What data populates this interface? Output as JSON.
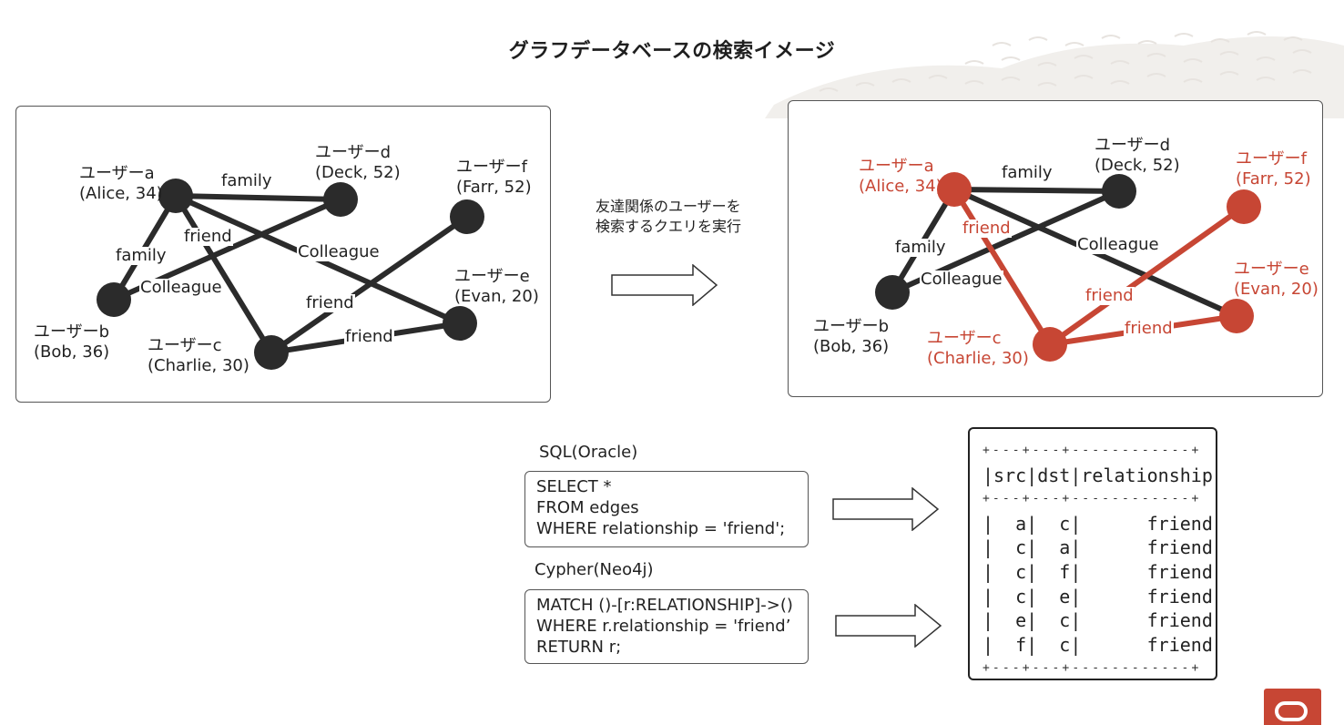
{
  "title": "グラフデータベースの検索イメージ",
  "colors": {
    "highlight": "#c74634",
    "node": "#2b2b2b"
  },
  "left_graph": {
    "nodes": {
      "a": {
        "line1": "ユーザーa",
        "line2": "(Alice, 34)"
      },
      "b": {
        "line1": "ユーザーb",
        "line2": "(Bob, 36)"
      },
      "c": {
        "line1": "ユーザーc",
        "line2": "(Charlie, 30)"
      },
      "d": {
        "line1": "ユーザーd",
        "line2": "(Deck, 52)"
      },
      "e": {
        "line1": "ユーザーe",
        "line2": "(Evan, 20)"
      },
      "f": {
        "line1": "ユーザーf",
        "line2": "(Farr, 52)"
      }
    },
    "edges": {
      "ad": "family",
      "ab": "family",
      "ac": "friend",
      "ae": "Colleague",
      "bd": "Colleague",
      "cf": "friend",
      "ce": "friend"
    }
  },
  "middle_text": {
    "line1": "友達関係のユーザーを",
    "line2": "検索するクエリを実行"
  },
  "right_graph": {
    "nodes": {
      "a": {
        "line1": "ユーザーa",
        "line2": "(Alice, 34)"
      },
      "b": {
        "line1": "ユーザーb",
        "line2": "(Bob, 36)"
      },
      "c": {
        "line1": "ユーザーc",
        "line2": "(Charlie, 30)"
      },
      "d": {
        "line1": "ユーザーd",
        "line2": "(Deck, 52)"
      },
      "e": {
        "line1": "ユーザーe",
        "line2": "(Evan, 20)"
      },
      "f": {
        "line1": "ユーザーf",
        "line2": "(Farr, 52)"
      }
    },
    "edges": {
      "ad": "family",
      "ab": "family",
      "ac": "friend",
      "ae": "Colleague",
      "bd": "Colleague",
      "cf": "friend",
      "ce": "friend"
    }
  },
  "sql": {
    "title": "SQL(Oracle)",
    "lines": [
      "SELECT *",
      "FROM edges",
      "WHERE relationship = 'friend';"
    ]
  },
  "cypher": {
    "title": "Cypher(Neo4j)",
    "lines": [
      "MATCH ()-[r:RELATIONSHIP]->()",
      "WHERE r.relationship = 'friend’",
      "RETURN r;"
    ]
  },
  "result": {
    "separator": "+---+---+------------+",
    "header": "|src|dst|relationship|",
    "rows": [
      "|  a|  c|      friend|",
      "|  c|  a|      friend|",
      "|  c|  f|      friend|",
      "|  c|  e|      friend|",
      "|  e|  c|      friend|",
      "|  f|  c|      friend|"
    ]
  }
}
